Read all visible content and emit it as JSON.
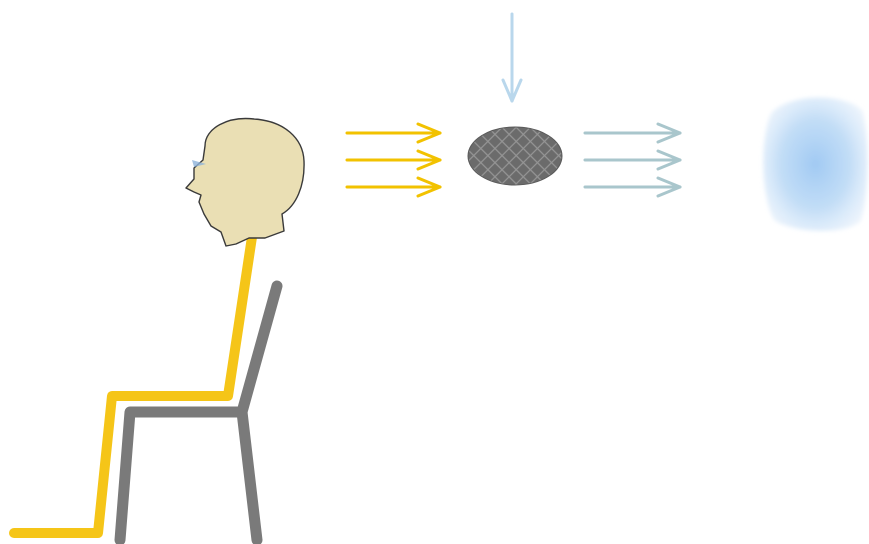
{
  "scene": {
    "background": "#ffffff",
    "colors": {
      "person_body": "#F5C518",
      "head_fill": "#EADFB4",
      "head_outline": "#3a3a3a",
      "chair": "#7a7a7a",
      "pineal_gland": "#707070",
      "incoming_arrows": "#F2C200",
      "outgoing_arrows": "#A9C6CC",
      "descending_arrow": "#B9D7EC",
      "light_cloud": "#B7D7F5",
      "eye": "#8FB3D9"
    },
    "icons": {
      "person": "seated-person-icon",
      "head": "head-profile-icon",
      "chair": "chair-icon",
      "pineal_gland": "pinecone-icon",
      "incoming": "arrow-right-icon",
      "outgoing": "arrow-right-icon",
      "descending": "arrow-down-icon",
      "cloud": "light-cloud-icon"
    },
    "arrows": {
      "incoming_count": 3,
      "outgoing_count": 3,
      "descending_count": 1
    }
  }
}
